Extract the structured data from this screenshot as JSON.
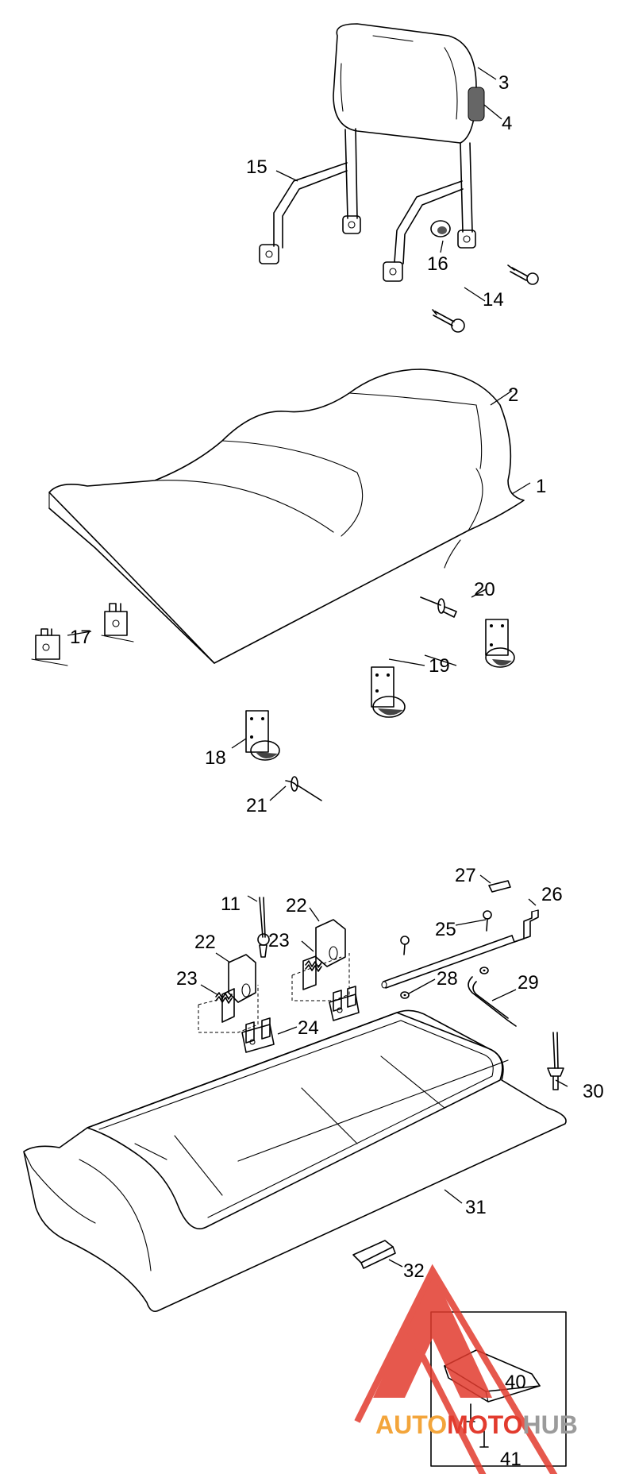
{
  "callouts": [
    {
      "id": "c1",
      "label": "1"
    },
    {
      "id": "c2",
      "label": "2"
    },
    {
      "id": "c3",
      "label": "3"
    },
    {
      "id": "c4",
      "label": "4"
    },
    {
      "id": "c11",
      "label": "11"
    },
    {
      "id": "c14",
      "label": "14"
    },
    {
      "id": "c15",
      "label": "15"
    },
    {
      "id": "c16",
      "label": "16"
    },
    {
      "id": "c17",
      "label": "17"
    },
    {
      "id": "c18",
      "label": "18"
    },
    {
      "id": "c19",
      "label": "19"
    },
    {
      "id": "c20",
      "label": "20"
    },
    {
      "id": "c21",
      "label": "21"
    },
    {
      "id": "c22a",
      "label": "22"
    },
    {
      "id": "c22b",
      "label": "22"
    },
    {
      "id": "c23a",
      "label": "23"
    },
    {
      "id": "c23b",
      "label": "23"
    },
    {
      "id": "c24",
      "label": "24"
    },
    {
      "id": "c25",
      "label": "25"
    },
    {
      "id": "c26",
      "label": "26"
    },
    {
      "id": "c27",
      "label": "27"
    },
    {
      "id": "c28",
      "label": "28"
    },
    {
      "id": "c29",
      "label": "29"
    },
    {
      "id": "c30",
      "label": "30"
    },
    {
      "id": "c31",
      "label": "31"
    },
    {
      "id": "c32",
      "label": "32"
    },
    {
      "id": "c40",
      "label": "40"
    },
    {
      "id": "c41",
      "label": "41"
    }
  ],
  "watermark": {
    "text_auto": "AUTO",
    "text_moto": "MOTO",
    "text_hub": "HUB",
    "colors": {
      "logo_red": "#e23b2e",
      "text_orange": "#f3a53b",
      "text_gray": "#9b9b9b"
    }
  }
}
